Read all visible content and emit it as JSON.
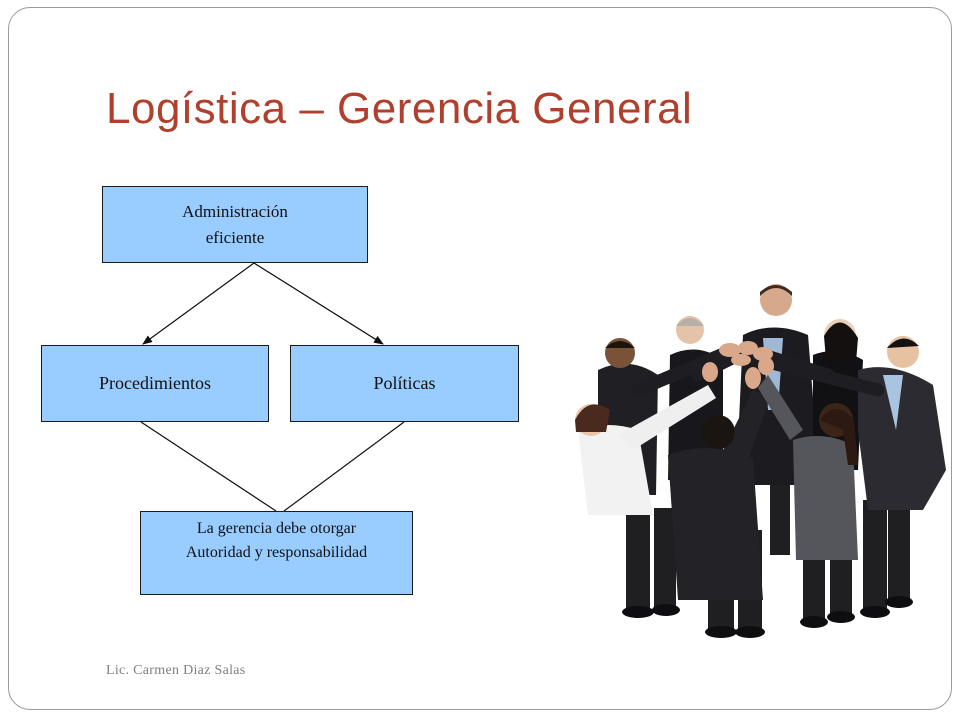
{
  "slide": {
    "title": "Logística – Gerencia General",
    "footer": "Lic. Carmen Diaz Salas"
  },
  "diagram": {
    "top": {
      "line1": "Administración",
      "line2": "eficiente"
    },
    "left": {
      "label": "Procedimientos"
    },
    "right": {
      "label": "Políticas"
    },
    "bottom": {
      "line1": "La gerencia debe otorgar",
      "line2": "Autoridad y responsabilidad"
    },
    "box_fill": "#99ccff",
    "border_color": "#1a1a1a"
  },
  "colors": {
    "title": "#b0402e",
    "footer": "#7f7f7f"
  },
  "image": {
    "subject": "business-team-huddle"
  }
}
